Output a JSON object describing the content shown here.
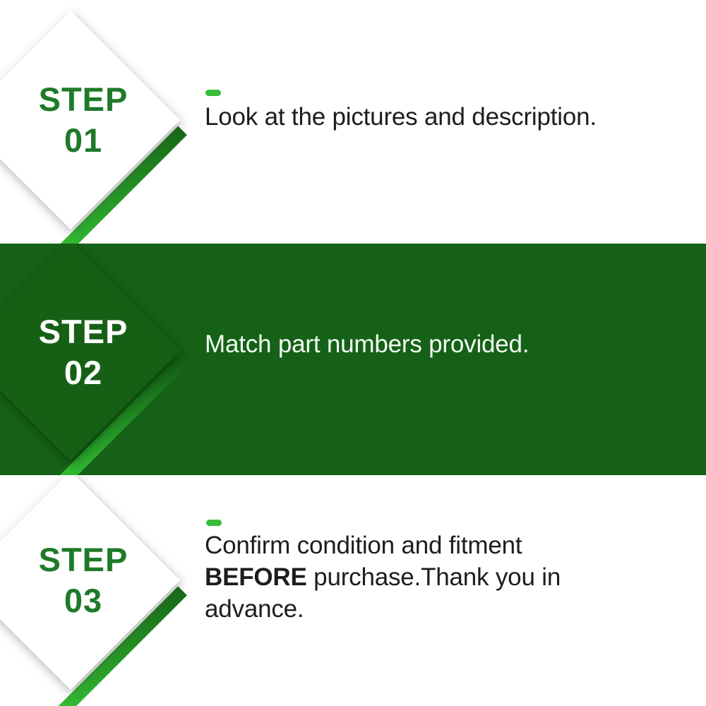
{
  "title": "3-step purchase instructions infographic",
  "colors": {
    "band_green": "#156117",
    "step_green": "#1e7a28",
    "ribbon_dark": "#166c16",
    "ribbon_bright": "#31ba31",
    "dash_green": "#3abc3a",
    "body_text": "#1d1d1d",
    "band_text": "#f3fcf3"
  },
  "steps": [
    {
      "label": "STEP",
      "number": "01",
      "text": "Look at the pictures and description."
    },
    {
      "label": "STEP",
      "number": "02",
      "text": "Match part numbers provided."
    },
    {
      "label": "STEP",
      "number": "03",
      "text_line1": "Confirm condition and fitment",
      "text_line2_bold": "BEFORE",
      "text_line2_rest": " purchase.Thank you in",
      "text_line3": "advance."
    }
  ]
}
